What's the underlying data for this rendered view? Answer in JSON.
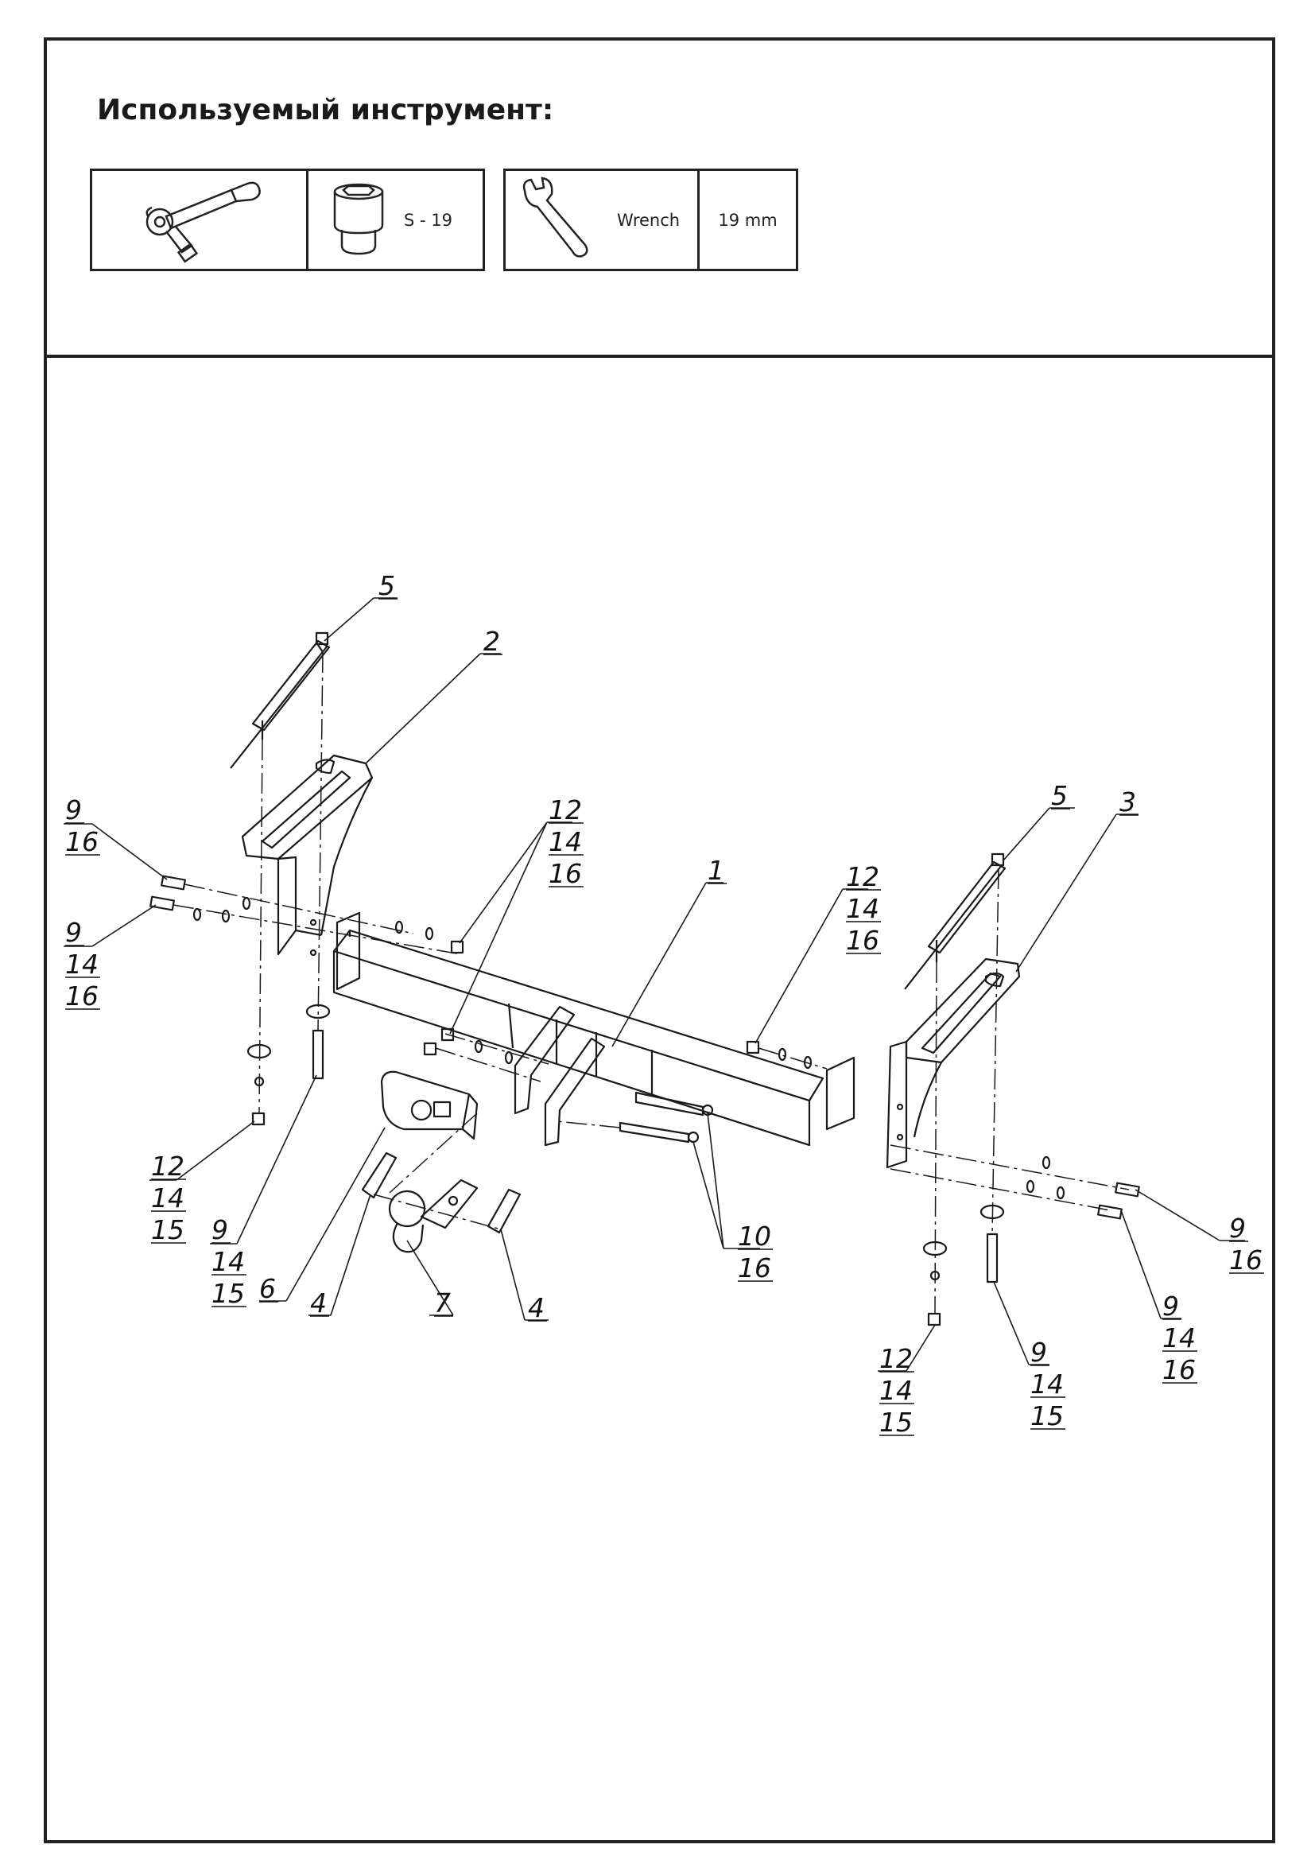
{
  "title": "Используемый инструмент:",
  "tools": {
    "socket_label": "S - 19",
    "wrench_name": "Wrench",
    "wrench_size": "19 mm"
  },
  "icons": [
    "ratchet-icon",
    "socket-icon",
    "wrench-icon"
  ],
  "callouts": [
    {
      "id": "c5a",
      "lines": [
        "5"
      ]
    },
    {
      "id": "c2",
      "lines": [
        "2"
      ]
    },
    {
      "id": "c12a",
      "lines": [
        "12",
        "14",
        "16"
      ]
    },
    {
      "id": "c1",
      "lines": [
        "1"
      ]
    },
    {
      "id": "c12b",
      "lines": [
        "12",
        "14",
        "16"
      ]
    },
    {
      "id": "c5b",
      "lines": [
        "5"
      ]
    },
    {
      "id": "c3",
      "lines": [
        "3"
      ]
    },
    {
      "id": "c9a",
      "lines": [
        "9",
        "16"
      ]
    },
    {
      "id": "c9b",
      "lines": [
        "9",
        "14",
        "16"
      ]
    },
    {
      "id": "c12c",
      "lines": [
        "12",
        "14",
        "15"
      ]
    },
    {
      "id": "c9c",
      "lines": [
        "9",
        "14",
        "15"
      ]
    },
    {
      "id": "c6",
      "lines": [
        "6"
      ]
    },
    {
      "id": "c4a",
      "lines": [
        "4"
      ]
    },
    {
      "id": "c7",
      "lines": [
        "7"
      ]
    },
    {
      "id": "c4b",
      "lines": [
        "4"
      ]
    },
    {
      "id": "c10",
      "lines": [
        "10",
        "16"
      ]
    },
    {
      "id": "c9d",
      "lines": [
        "9",
        "16"
      ]
    },
    {
      "id": "c9e",
      "lines": [
        "9",
        "14",
        "16"
      ]
    },
    {
      "id": "c12d",
      "lines": [
        "12",
        "14",
        "15"
      ]
    },
    {
      "id": "c9f",
      "lines": [
        "9",
        "14",
        "15"
      ]
    }
  ]
}
